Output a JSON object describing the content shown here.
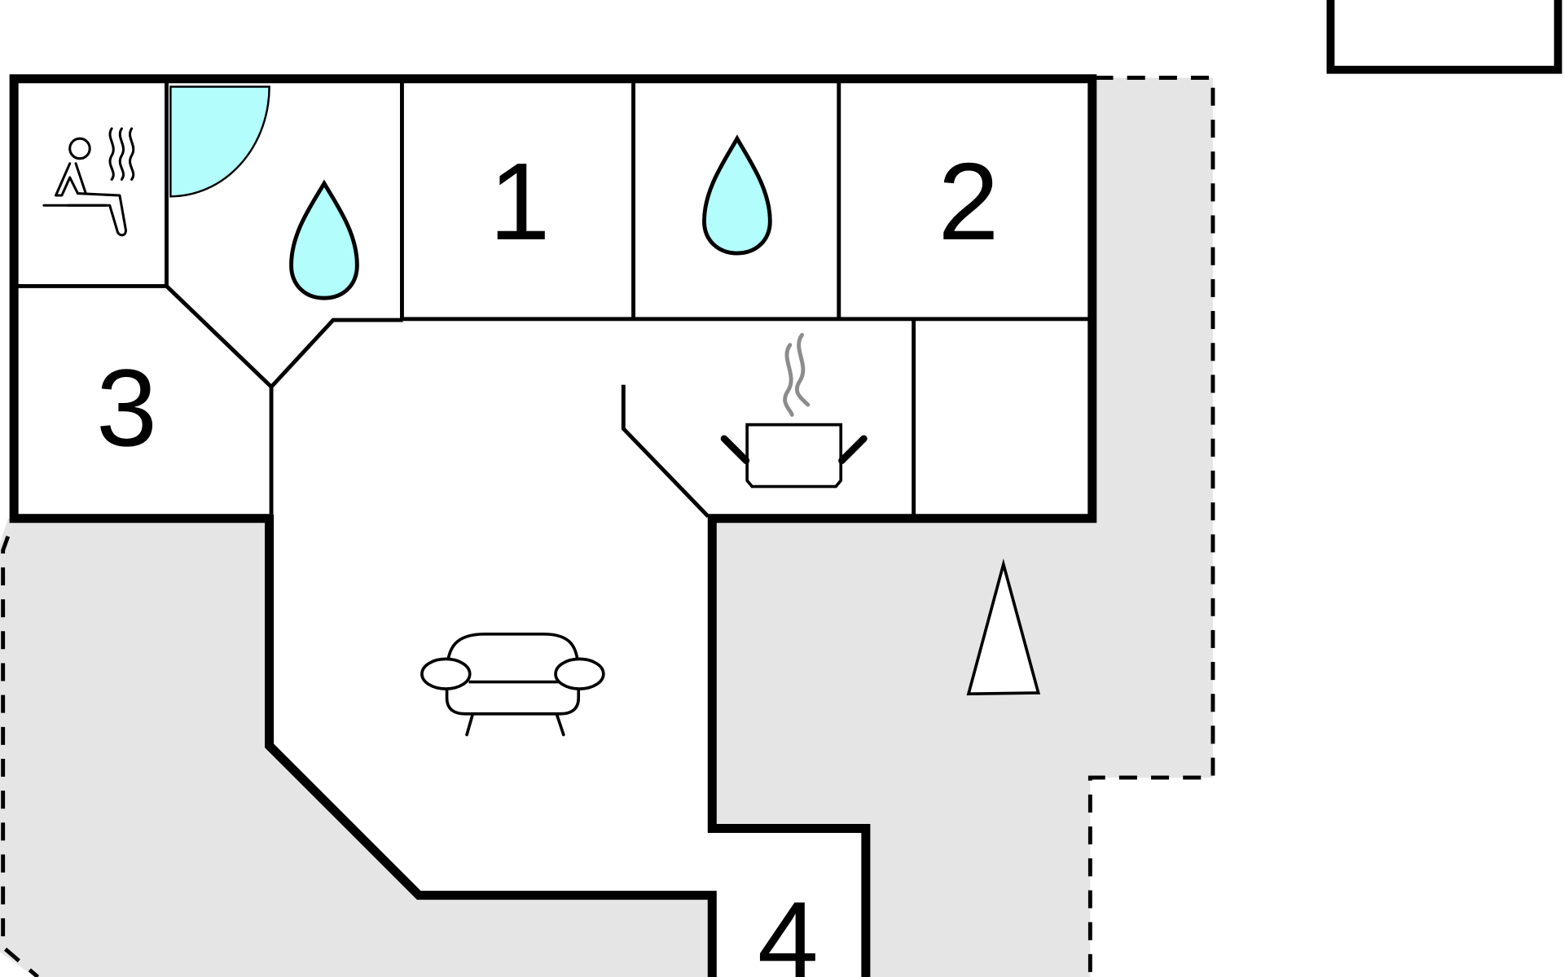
{
  "rooms": {
    "room_1": {
      "label": "1"
    },
    "room_2": {
      "label": "2"
    },
    "room_3": {
      "label": "3"
    },
    "room_4": {
      "label": "4"
    }
  },
  "icons": {
    "sauna": "sauna-icon",
    "bathroom_left": "water-drop-icon",
    "bathroom_right": "water-drop-icon",
    "kitchen": "cooking-pot-icon",
    "living_room": "sofa-icon",
    "outdoor_marker": "triangle-marker-icon"
  },
  "colors": {
    "wall": "#000000",
    "outdoor_area": "#e5e5e5",
    "water": "#b3fdfd",
    "door_swing": "#b3fdfd",
    "steam": "#8c8c8c",
    "floor": "#ffffff"
  }
}
